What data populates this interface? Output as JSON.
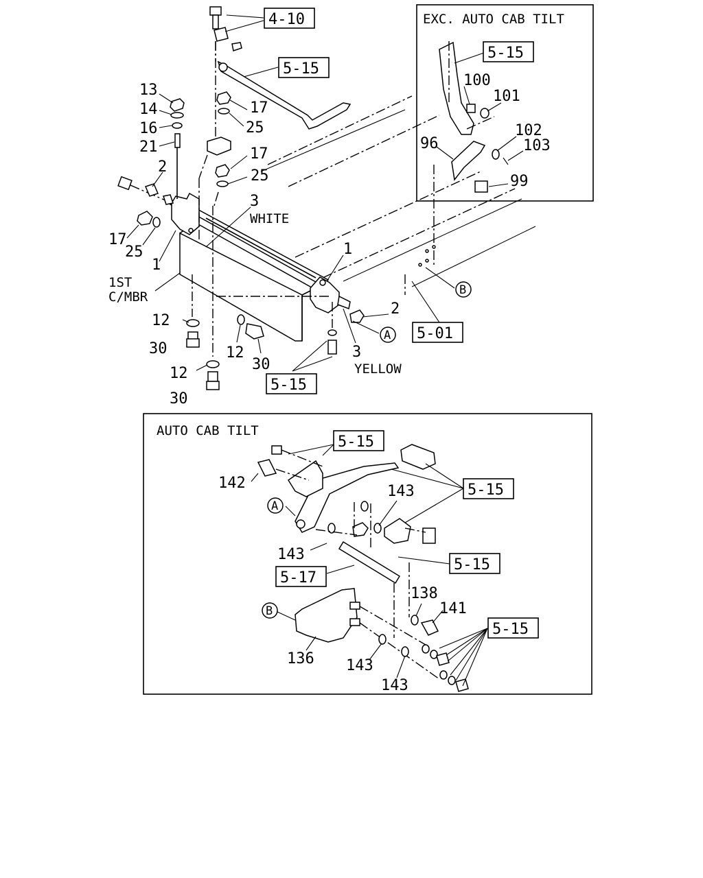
{
  "panels": {
    "exc_auto_cab_tilt": "EXC. AUTO CAB TILT",
    "auto_cab_tilt": "AUTO CAB TILT"
  },
  "labels": {
    "white": "WHITE",
    "yellow": "YELLOW",
    "first_cross_member_1": "1ST",
    "first_cross_member_2": "C/MBR"
  },
  "refs": {
    "r410": "4-10",
    "r515": "5-15",
    "r501": "5-01",
    "r517": "5-17"
  },
  "circles": {
    "a": "A",
    "b": "B"
  },
  "parts": {
    "p1": "1",
    "p2": "2",
    "p3": "3",
    "p12": "12",
    "p13": "13",
    "p14": "14",
    "p16": "16",
    "p17": "17",
    "p21": "21",
    "p25": "25",
    "p30": "30",
    "p96": "96",
    "p99": "99",
    "p100": "100",
    "p101": "101",
    "p102": "102",
    "p103": "103",
    "p136": "136",
    "p138": "138",
    "p141": "141",
    "p142": "142",
    "p143": "143"
  }
}
